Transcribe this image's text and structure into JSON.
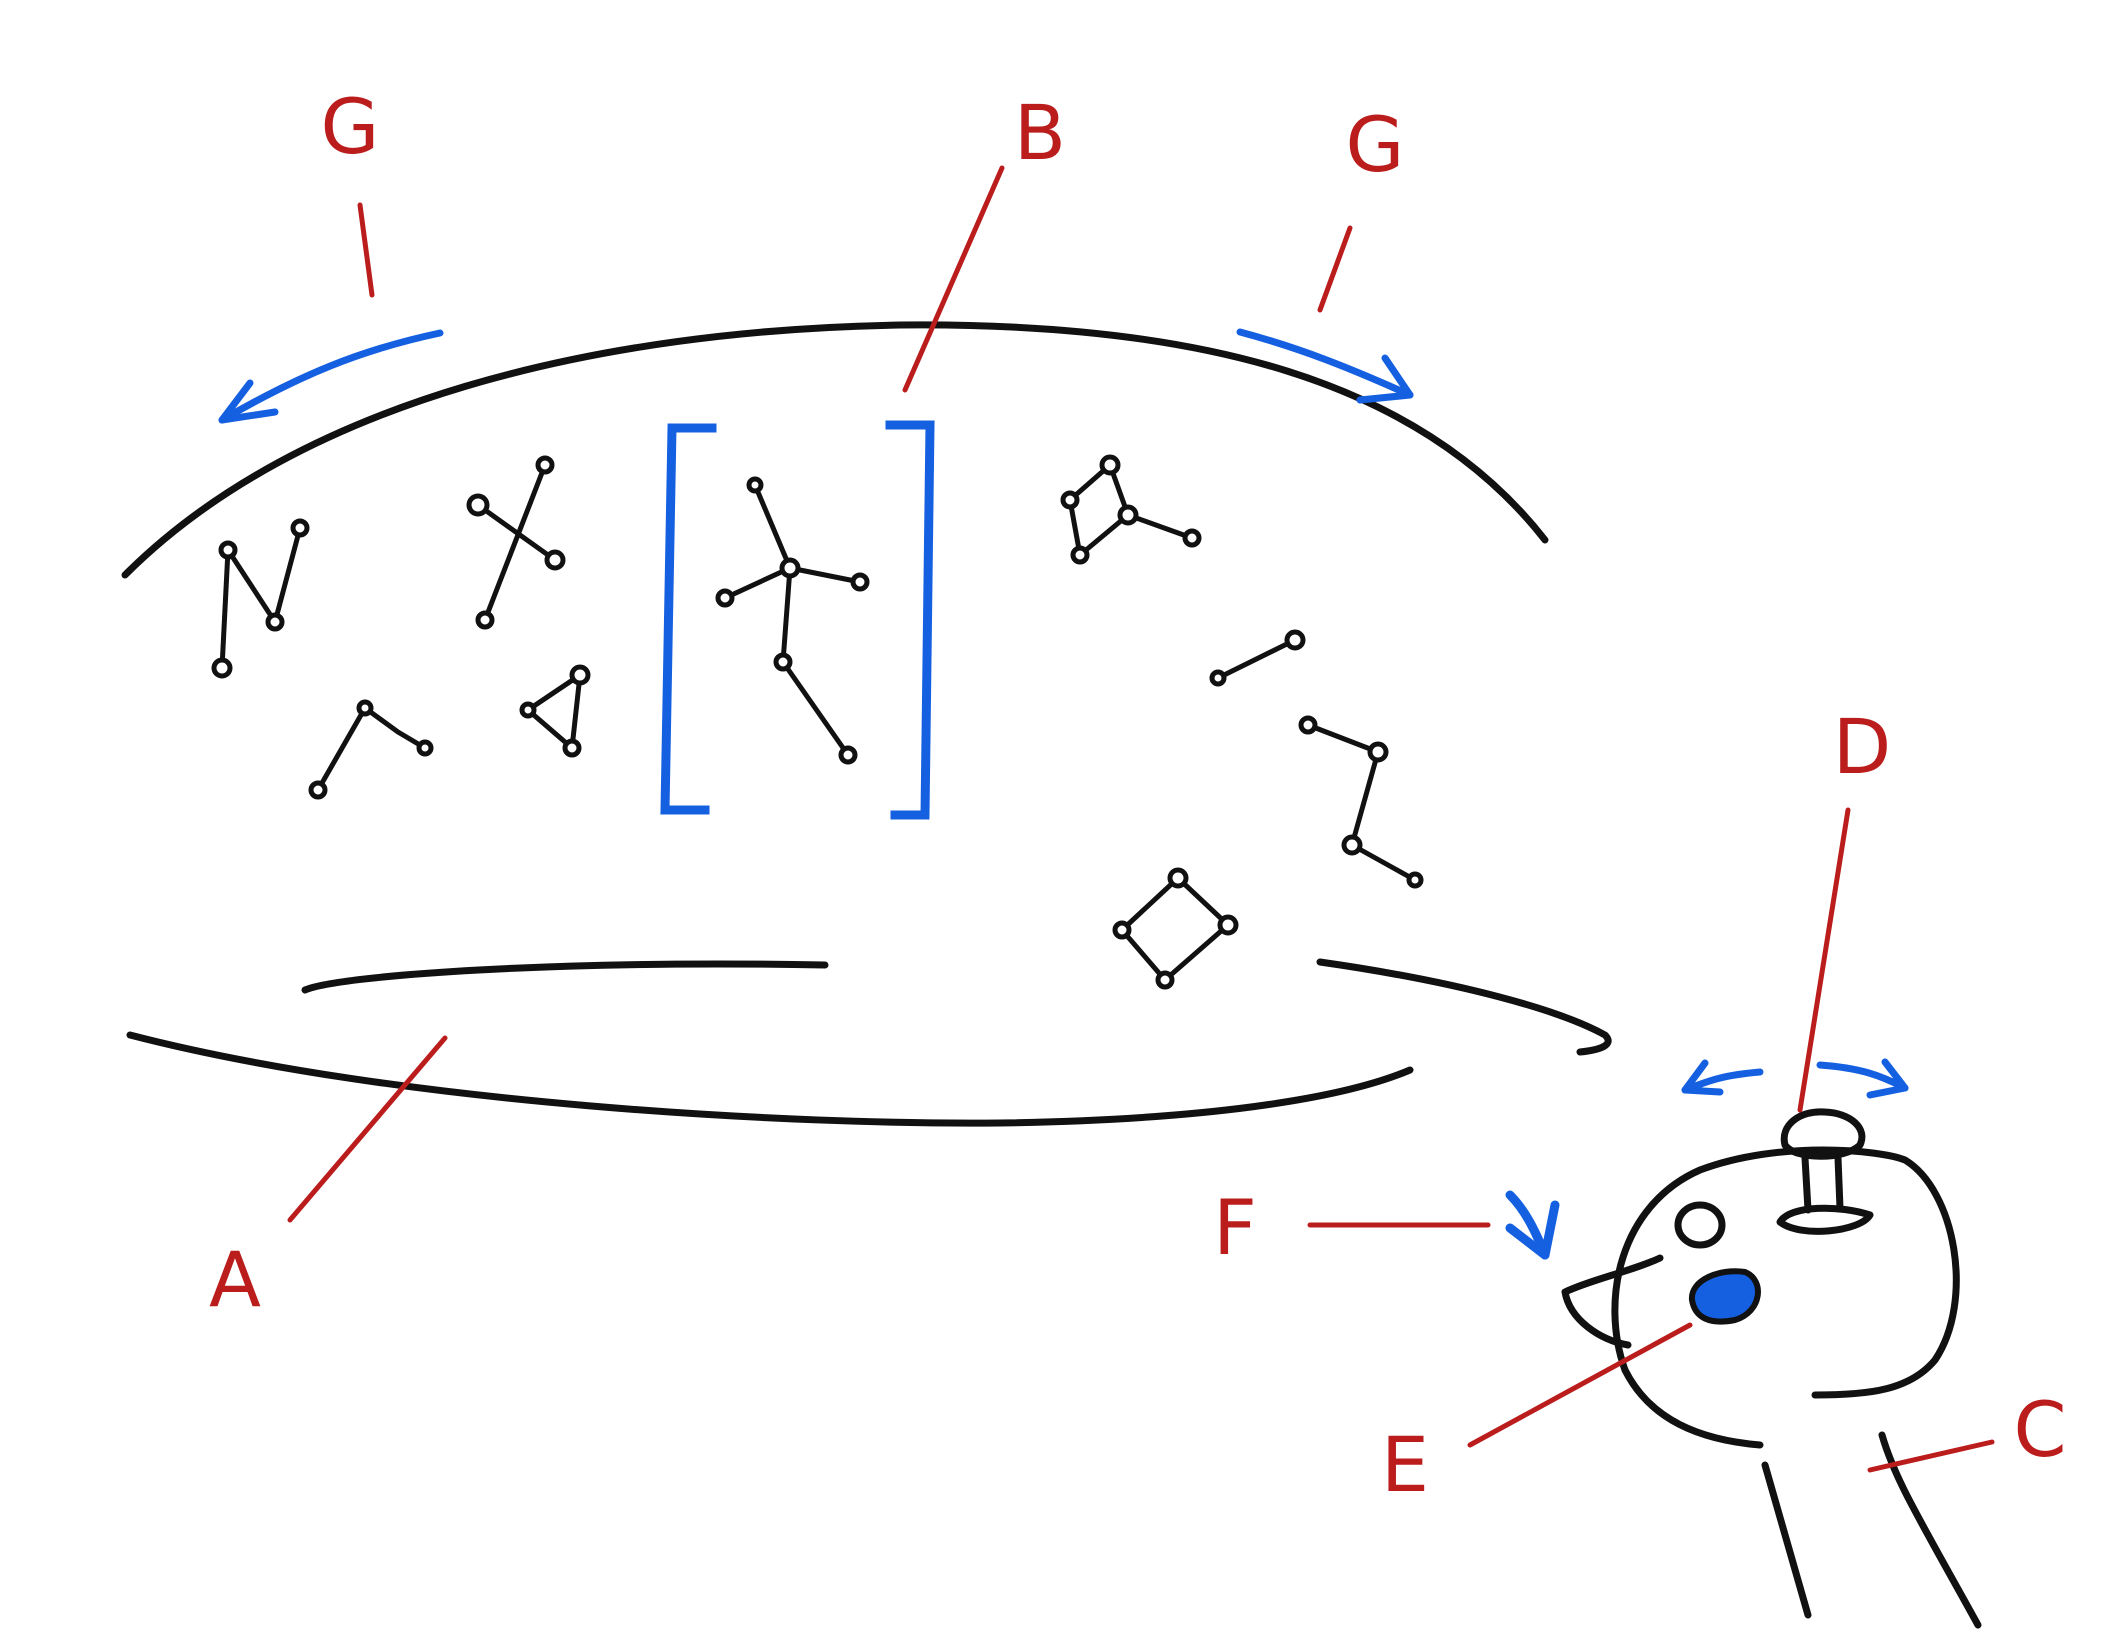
{
  "colors": {
    "ink": "#111111",
    "label": "#bb1d1d",
    "highlight": "#1560e0"
  },
  "labels": {
    "A": "A",
    "B": "B",
    "C": "C",
    "D": "D",
    "E": "E",
    "F": "F",
    "G_left": "G",
    "G_right": "G"
  }
}
